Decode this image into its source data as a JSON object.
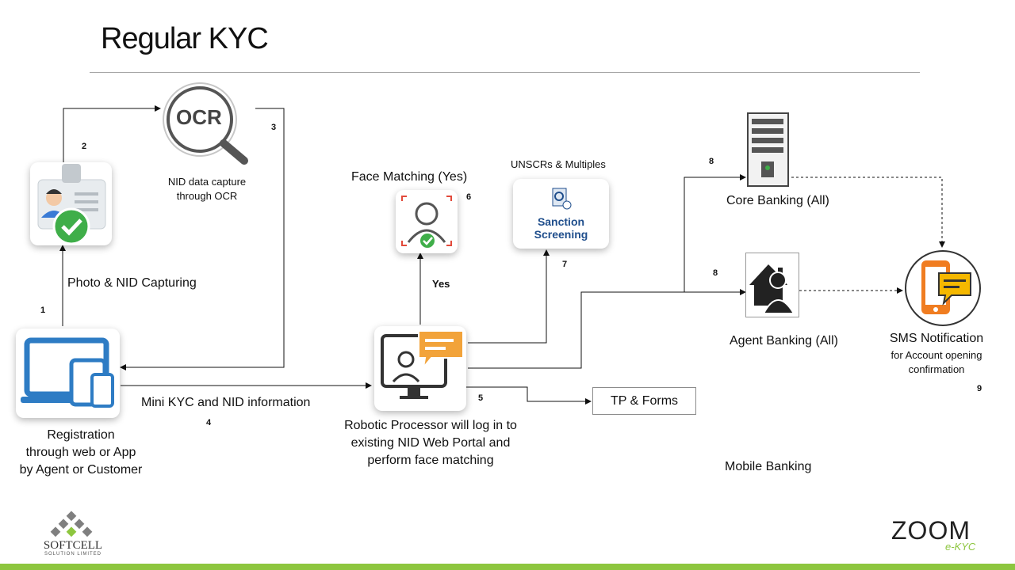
{
  "title": "Regular KYC",
  "nodes": {
    "registration": "Registration\nthrough web or App\nby Agent or Customer",
    "photo_nid": "Photo & NID  Capturing",
    "ocr_icon_text": "OCR",
    "ocr_caption": "NID data capture\nthrough OCR",
    "face_matching": "Face Matching (Yes)",
    "unscrs": "UNSCRs & Multiples",
    "sanction": "Sanction\nScreening",
    "robotic": "Robotic Processor will  log in to\nexisting NID Web Portal and\nperform face matching",
    "tp_forms": "TP & Forms",
    "core_banking": "Core Banking (All)",
    "agent_banking": "Agent Banking (All)",
    "mobile_banking": "Mobile Banking",
    "sms_title": "SMS Notification",
    "sms_sub": "for  Account opening\nconfirmation"
  },
  "edges": {
    "mini_kyc": "Mini KYC and NID information",
    "yes": "Yes"
  },
  "steps": [
    "1",
    "2",
    "3",
    "4",
    "5",
    "6",
    "7",
    "8",
    "8",
    "9"
  ],
  "logos": {
    "softcell": "SOFTCELL",
    "softcell_sub": "SOLUTION LIMITED",
    "zoom": "ZOOM",
    "zoom_sub": "e-KYC"
  },
  "colors": {
    "accent_green": "#8dc63f",
    "device_blue": "#2e7cc4",
    "phone_orange": "#f07d21",
    "check_green": "#3fae49"
  }
}
